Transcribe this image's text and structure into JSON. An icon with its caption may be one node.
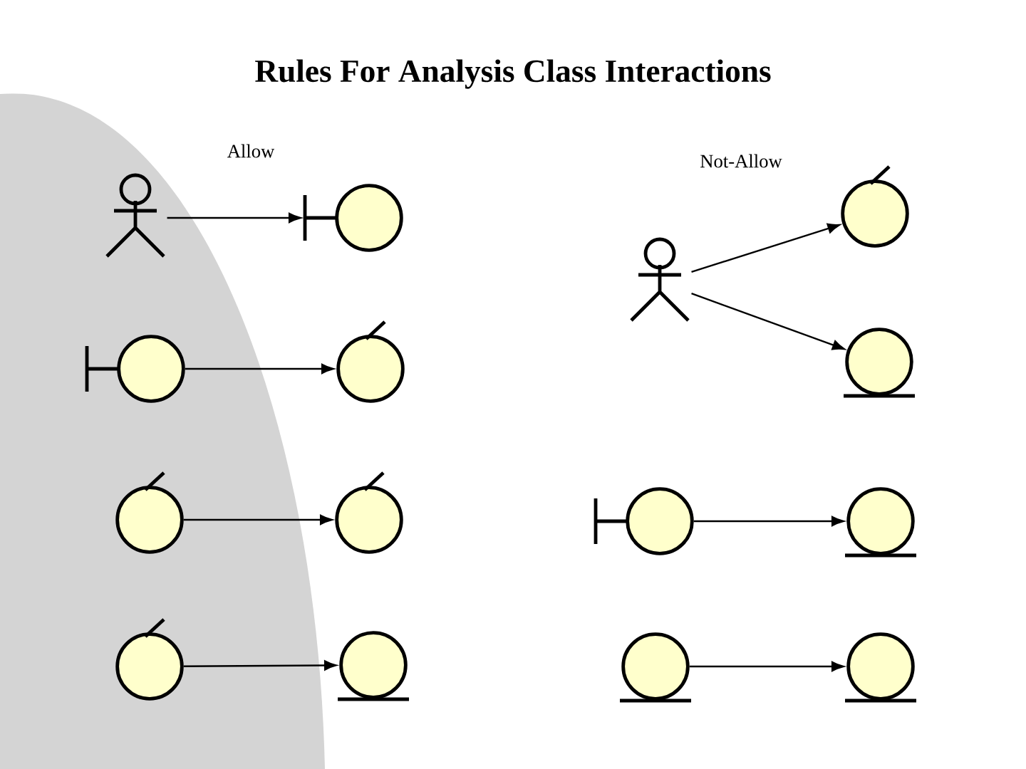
{
  "diagram": {
    "title": "Rules For Analysis Class Interactions",
    "nodes": [
      {
        "text": [],
        "shape": "person"
      },
      {
        "text": [],
        "shape": "circle"
      },
      {
        "text": [],
        "shape": "circle"
      },
      {
        "text": [],
        "shape": "circle"
      },
      {
        "text": [],
        "shape": "circle"
      },
      {
        "text": [],
        "shape": "circle"
      },
      {
        "text": [],
        "shape": "circle"
      },
      {
        "text": [],
        "shape": "circle"
      },
      {
        "text": [],
        "shape": "circle"
      },
      {
        "text": [],
        "shape": "person"
      },
      {
        "text": [],
        "shape": "circle"
      },
      {
        "text": [],
        "shape": "circle"
      },
      {
        "text": [],
        "shape": "circle"
      },
      {
        "text": [],
        "shape": "circle"
      },
      {
        "text": [],
        "shape": "circle"
      }
    ],
    "edges": [
      {
        "from": 0,
        "to": 1,
        "arrow": "to"
      },
      {
        "from": 2,
        "to": 3,
        "arrow": "to"
      },
      {
        "from": 4,
        "to": 5,
        "arrow": "to"
      },
      {
        "from": 6,
        "to": 7,
        "arrow": "to"
      },
      {
        "from": 9,
        "to": 8,
        "arrow": "to"
      },
      {
        "from": 9,
        "to": 10,
        "arrow": "to"
      },
      {
        "from": 11,
        "to": 12,
        "arrow": "to"
      },
      {
        "from": 13,
        "to": 14,
        "arrow": "to"
      }
    ],
    "labels": [
      "Allow",
      "Not-Allow"
    ]
  }
}
